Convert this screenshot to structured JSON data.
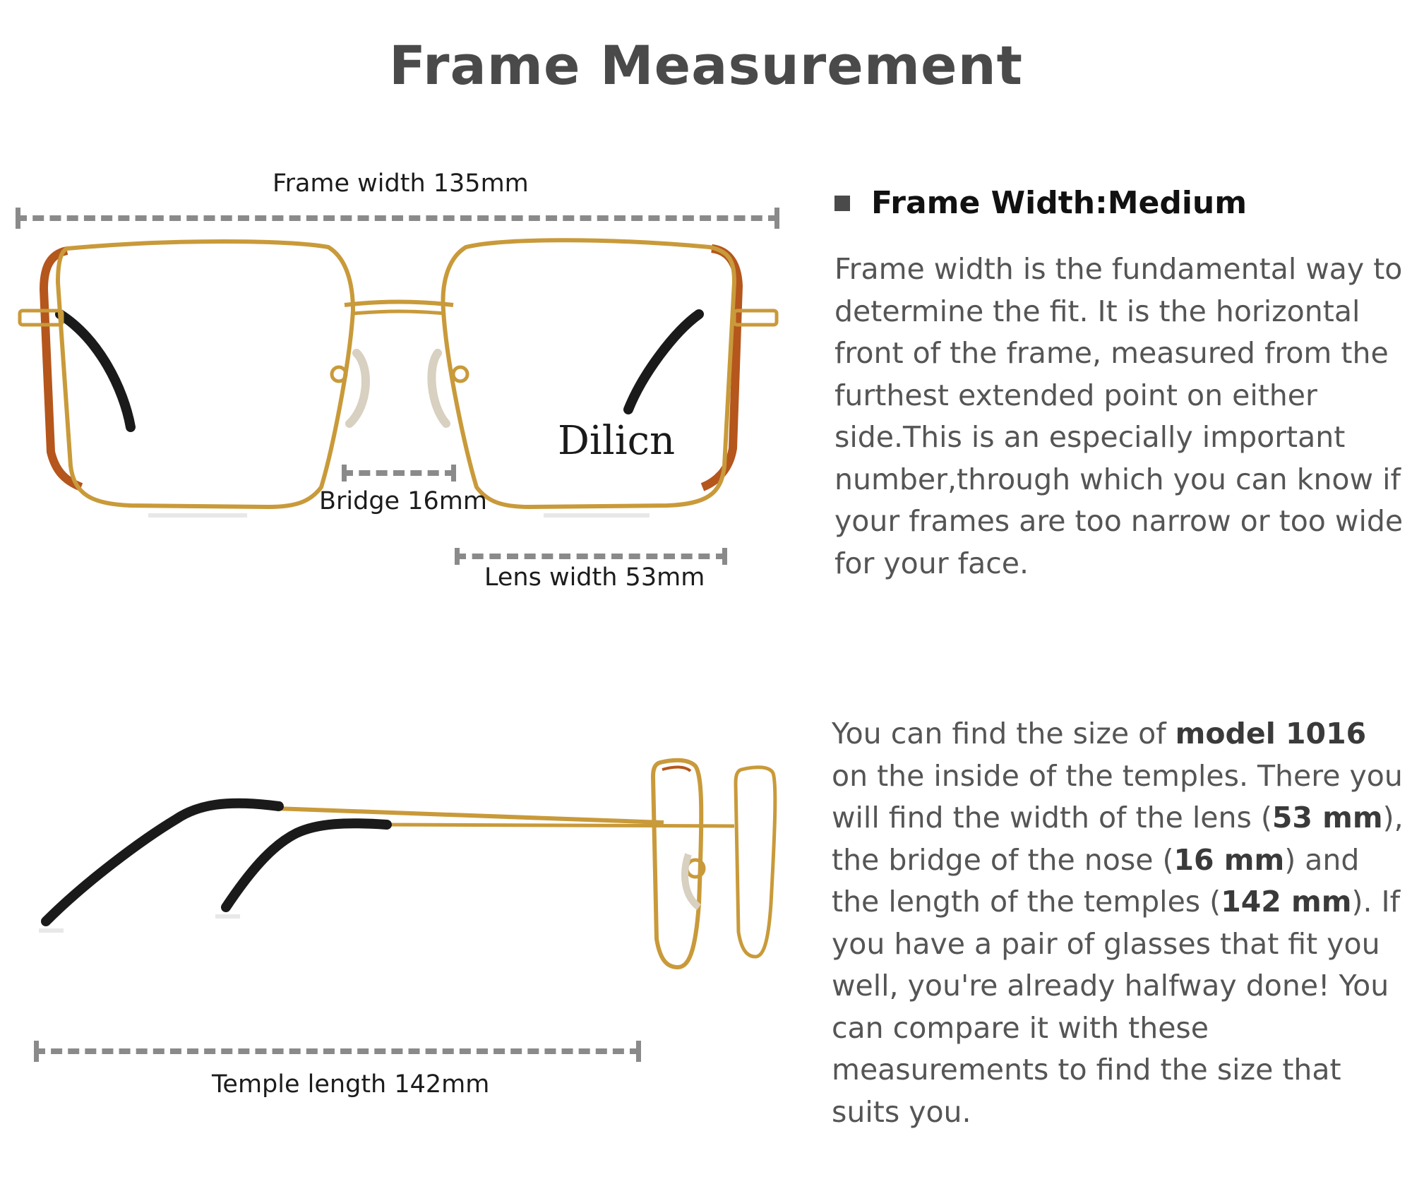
{
  "title": "Frame Measurement",
  "brand": "Dilicn",
  "measurements": {
    "frame_width": "Frame width 135mm",
    "bridge": "Bridge 16mm",
    "lens_width": "Lens width 53mm",
    "temple_length": "Temple length 142mm"
  },
  "section1": {
    "heading": "Frame Width:Medium",
    "text": "Frame width is the fundamental way to determine the fit. It is the horizontal front of the frame, measured from the furthest extended point on either side.This is an especially important number,through which you can know if your frames are too narrow or too wide for your face."
  },
  "section2": {
    "t1": "You can find the size of ",
    "b1": "model 1016",
    "t2": " on the inside of the temples. There you will find the width of the lens (",
    "b2": "53 mm",
    "t3": "), the bridge of the nose (",
    "b3": "16 mm",
    "t4": ") and the length of the temples (",
    "b4": "142 mm",
    "t5": "). If you have a pair of glasses that fit you well, you're already halfway done! You can compare it with these measurements to find the size that suits you."
  },
  "colors": {
    "gold": "#c99a3a",
    "tortoise": "#b5561c",
    "tip": "#1a1a1a",
    "dash": "#8a8a8a"
  }
}
